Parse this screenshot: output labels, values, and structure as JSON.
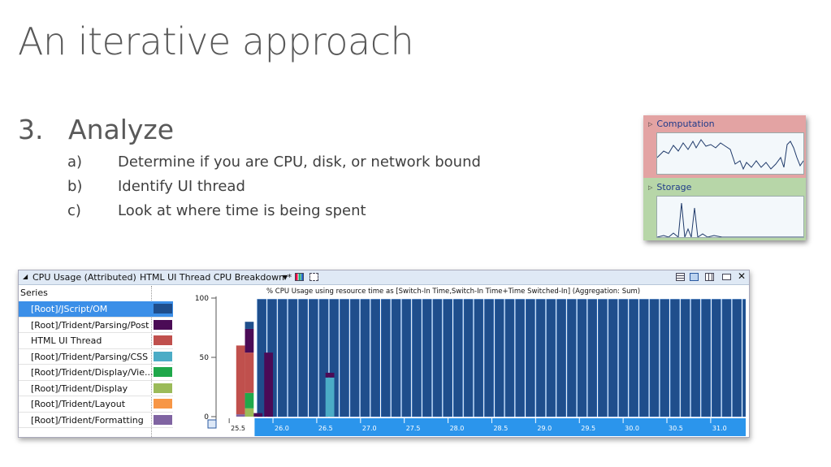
{
  "slide": {
    "title": "An iterative approach",
    "step_number": "3.",
    "step_label": "Analyze",
    "items": [
      {
        "letter": "a)",
        "text": "Determine if you are CPU, disk, or network bound"
      },
      {
        "letter": "b)",
        "text": "Identify UI thread"
      },
      {
        "letter": "c)",
        "text": "Look at where time is being spent"
      }
    ]
  },
  "thumbnail": {
    "panels": [
      {
        "label": "Computation",
        "bg": "#e3a3a3"
      },
      {
        "label": "Storage",
        "bg": "#b7d6a8"
      }
    ]
  },
  "window": {
    "graph_name": "CPU Usage (Attributed)",
    "preset": "HTML UI Thread CPU Breakdown *",
    "series_header": "Series",
    "series": [
      {
        "name": "[Root]/JScript/OM",
        "color": "#1f4e8c",
        "selected": true
      },
      {
        "name": "[Root]/Trident/Parsing/Post",
        "color": "#4b0b56"
      },
      {
        "name": "HTML UI Thread",
        "color": "#c0504d"
      },
      {
        "name": "[Root]/Trident/Parsing/CSS",
        "color": "#4bacc6"
      },
      {
        "name": "[Root]/Trident/Display/Vie...",
        "color": "#1fa84a"
      },
      {
        "name": "[Root]/Trident/Display",
        "color": "#9bbb59"
      },
      {
        "name": "[Root]/Trident/Layout",
        "color": "#f79646"
      },
      {
        "name": "[Root]/Trident/Formatting",
        "color": "#8064a2"
      }
    ],
    "close_glyph": "✕"
  },
  "chart_data": {
    "type": "bar",
    "title": "% CPU Usage using resource time as [Switch-In Time,Switch-In Time+Time Switched-In] (Aggregation: Sum)",
    "ylim": [
      0,
      100
    ],
    "yticks": [
      "0",
      "50",
      "100"
    ],
    "xticks": [
      "25.5",
      "26.0",
      "26.5",
      "27.0",
      "27.5",
      "28.0",
      "28.5",
      "29.0",
      "29.5",
      "30.0",
      "30.5",
      "31.0"
    ],
    "xlim": [
      25.35,
      31.4
    ],
    "full_bars": {
      "start": 25.82,
      "end": 31.4,
      "width": 0.104,
      "value": 99
    },
    "stacked_bars": [
      {
        "x": 25.58,
        "segments": [
          {
            "series": "[Root]/Trident/Formatting",
            "value": 2
          },
          {
            "series": "HTML UI Thread",
            "value": 58
          }
        ]
      },
      {
        "x": 25.68,
        "segments": [
          {
            "series": "[Root]/Trident/Display",
            "value": 7
          },
          {
            "series": "[Root]/Trident/Display/Vie...",
            "value": 13
          },
          {
            "series": "HTML UI Thread",
            "value": 34
          },
          {
            "series": "[Root]/Trident/Parsing/Post",
            "value": 20
          },
          {
            "series": "[Root]/JScript/OM",
            "value": 6
          }
        ]
      },
      {
        "x": 25.78,
        "segments": [
          {
            "series": "[Root]/Trident/Parsing/Post",
            "value": 3
          }
        ]
      },
      {
        "x": 25.9,
        "segments": [
          {
            "series": "[Root]/Trident/Parsing/Post",
            "value": 54
          }
        ]
      },
      {
        "x": 26.6,
        "segments": [
          {
            "series": "[Root]/Trident/Parsing/CSS",
            "value": 33
          },
          {
            "series": "[Root]/Trident/Parsing/Post",
            "value": 4
          }
        ]
      }
    ]
  }
}
